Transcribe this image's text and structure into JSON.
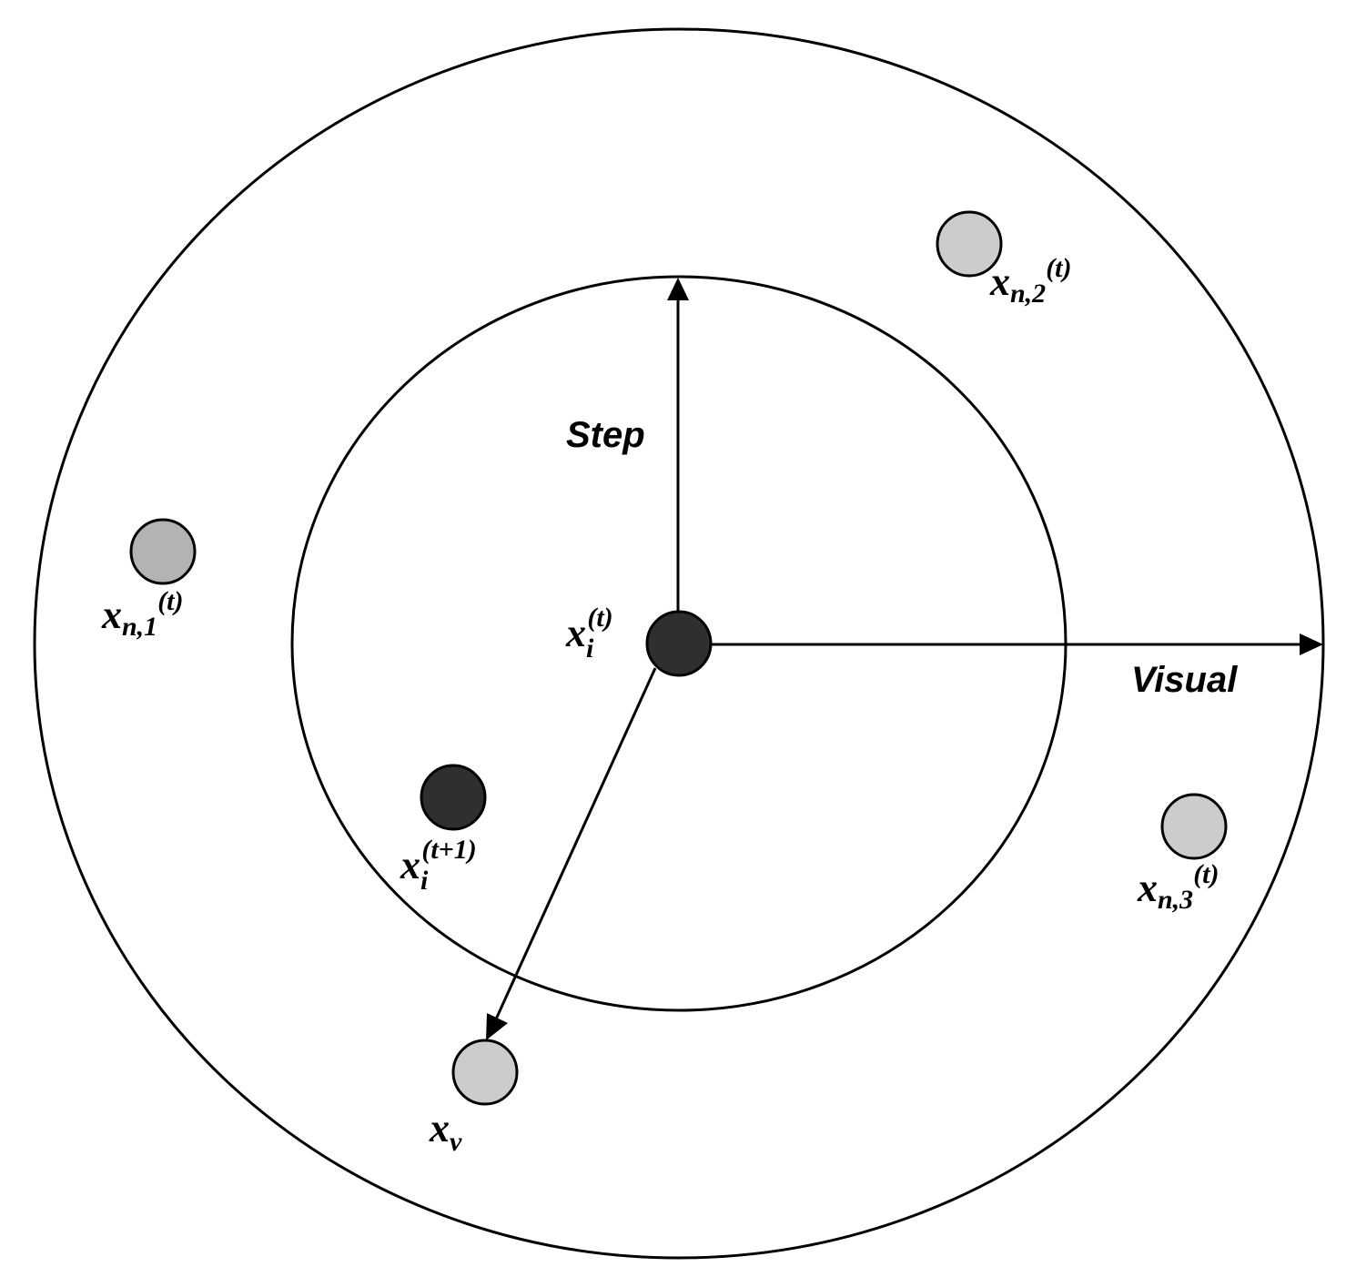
{
  "labels": {
    "step": "Step",
    "visual": "Visual"
  },
  "nodes": {
    "current": {
      "base": "x",
      "sub": "i",
      "sup": "(t)"
    },
    "next": {
      "base": "x",
      "sub": "i",
      "sup": "(t+1)"
    },
    "neighbor_1": {
      "base": "x",
      "sub": "n,1",
      "sup": "(t)"
    },
    "neighbor_2": {
      "base": "x",
      "sub": "n,2",
      "sup": "(t)"
    },
    "neighbor_3": {
      "base": "x",
      "sub": "n,3",
      "sup": "(t)"
    },
    "visual_point": {
      "base": "x",
      "sub": "v",
      "sup": ""
    }
  },
  "colors": {
    "dark_node": "#2f2f2f",
    "gray_node": "#b3b3b3",
    "light_node": "#cccccc",
    "stroke": "#000000"
  }
}
